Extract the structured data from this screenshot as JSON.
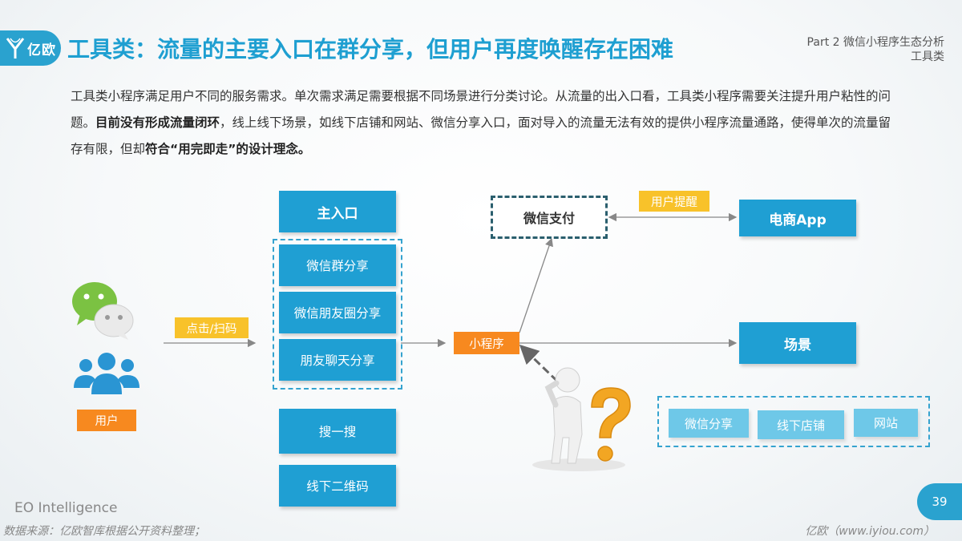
{
  "header": {
    "logo_text": "亿欧",
    "title": "工具类：流量的主要入口在群分享，但用户再度唤醒存在困难",
    "part_line1": "Part 2 微信小程序生态分析",
    "part_line2": "工具类"
  },
  "intro": {
    "s1": "工具类小程序满足用户不同的服务需求。单次需求满足需要根据不同场景进行分类讨论。从流量的出入口看，工具类小程序需要关注提升用户粘性的问题。",
    "s2_bold": "目前没有形成流量闭环",
    "s3": "，线上线下场景，如线下店铺和网站、微信分享入口，面对导入的流量无法有效的提供小程序流量通路，使得单次的流量留存有限，但却",
    "s4_bold": "符合“用完即走”的设计理念。"
  },
  "diagram": {
    "user_label": "用户",
    "click_scan": "点击/扫码",
    "main_entry": "主入口",
    "entries": [
      "微信群分享",
      "微信朋友圈分享",
      "朋友聊天分享"
    ],
    "search": "搜一搜",
    "offline_qr": "线下二维码",
    "mini_program": "小程序",
    "wechat_pay": "微信支付",
    "user_remind": "用户提醒",
    "ecommerce_app": "电商App",
    "scene": "场景",
    "offline_sources": [
      "微信分享",
      "线下店铺",
      "网站"
    ]
  },
  "footer": {
    "brand": "EO Intelligence",
    "source": "数据来源：亿欧智库根据公开资料整理；",
    "url": "亿欧（www.iyiou.com）",
    "page": "39"
  },
  "colors": {
    "accent_blue": "#1f9fd3",
    "light_blue": "#6ec8e8",
    "orange": "#f7891f",
    "yellow": "#f8c22a",
    "dark_dash": "#2b5f6e"
  }
}
